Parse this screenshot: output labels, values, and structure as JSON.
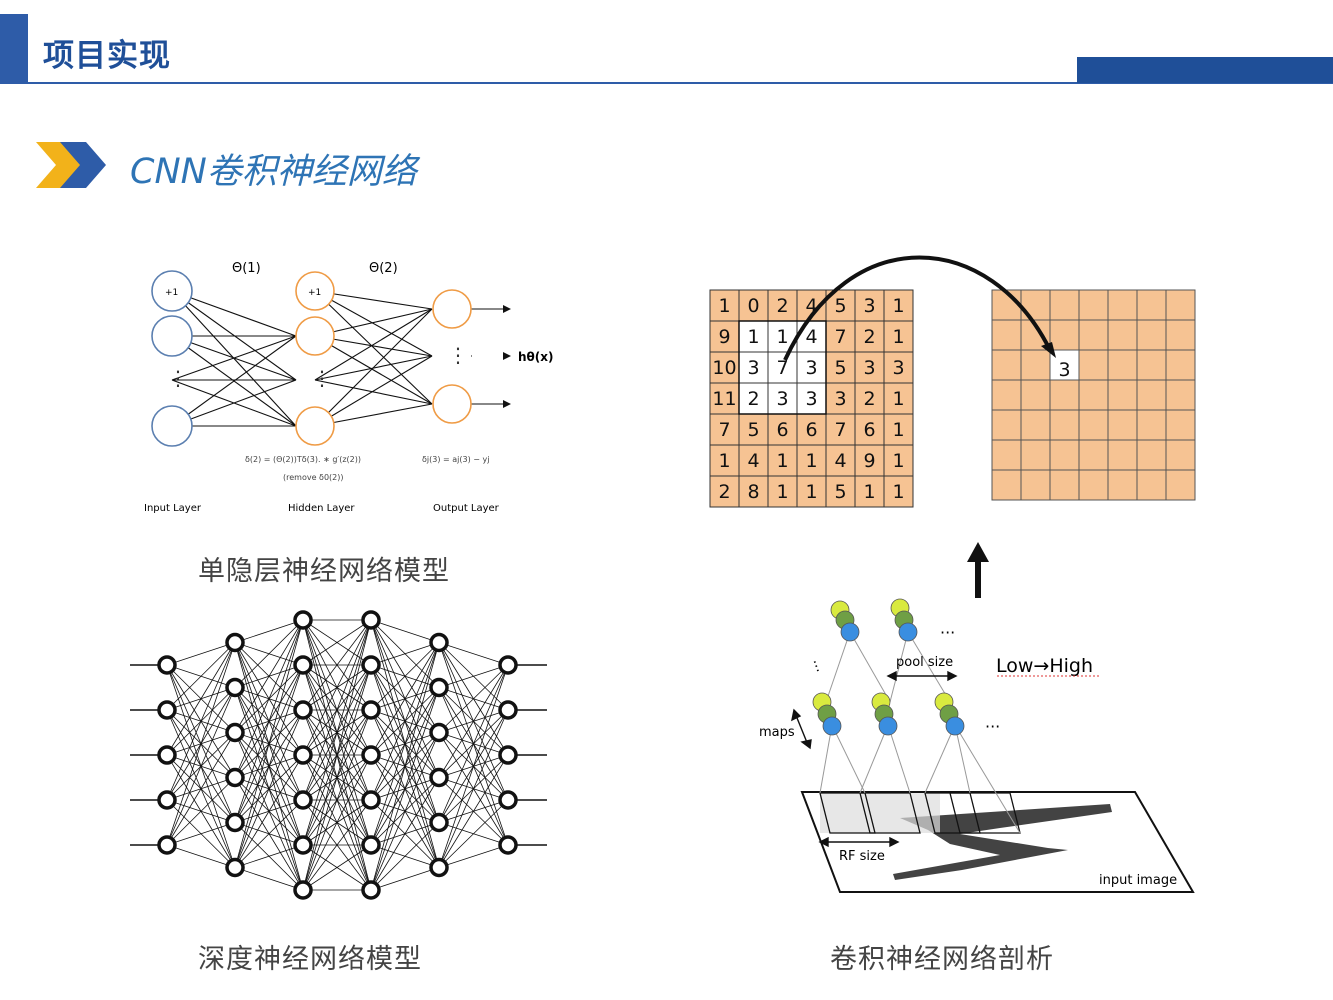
{
  "header": {
    "title": "项目实现"
  },
  "section": {
    "title": "CNN卷积神经网络"
  },
  "captions": {
    "single_hidden": "单隐层神经网络模型",
    "deep": "深度神经网络模型",
    "cnn": "卷积神经网络剖析"
  },
  "single_layer_diagram": {
    "theta1": "Θ(1)",
    "theta2": "Θ(2)",
    "bias_label": "+1",
    "hypothesis": "hθ(x)",
    "delta_hidden": "δ(2) = (Θ(2))Tδ(3). ∗ g′(z(2))",
    "delta_hidden_note": "(remove δ0(2))",
    "delta_output": "δj(3) = aj(3) − yj",
    "layers": [
      "Input Layer",
      "Hidden Layer",
      "Output Layer"
    ]
  },
  "conv_grid": {
    "rows": [
      [
        "1",
        "0",
        "2",
        "4",
        "5",
        "3",
        "1"
      ],
      [
        "9",
        "1",
        "1",
        "4",
        "7",
        "2",
        "1"
      ],
      [
        "10",
        "3",
        "7",
        "3",
        "5",
        "3",
        "3"
      ],
      [
        "11",
        "2",
        "3",
        "3",
        "3",
        "2",
        "1"
      ],
      [
        "7",
        "5",
        "6",
        "6",
        "7",
        "6",
        "1"
      ],
      [
        "1",
        "4",
        "1",
        "1",
        "4",
        "9",
        "1"
      ],
      [
        "2",
        "8",
        "1",
        "1",
        "5",
        "1",
        "1"
      ]
    ],
    "output_value": "3"
  },
  "cnn_diagram": {
    "pool_size": "pool size",
    "maps": "maps",
    "low_high": "Low→High",
    "rf_size": "RF size",
    "input_image": "input image",
    "ellipsis": "···"
  },
  "colors": {
    "accent": "#2e5ca8",
    "title": "#1f4f98",
    "section": "#2e74b5",
    "grid": "#f6c393",
    "chevron_yellow": "#f2b21a",
    "chevron_blue": "#2e5ca8"
  }
}
